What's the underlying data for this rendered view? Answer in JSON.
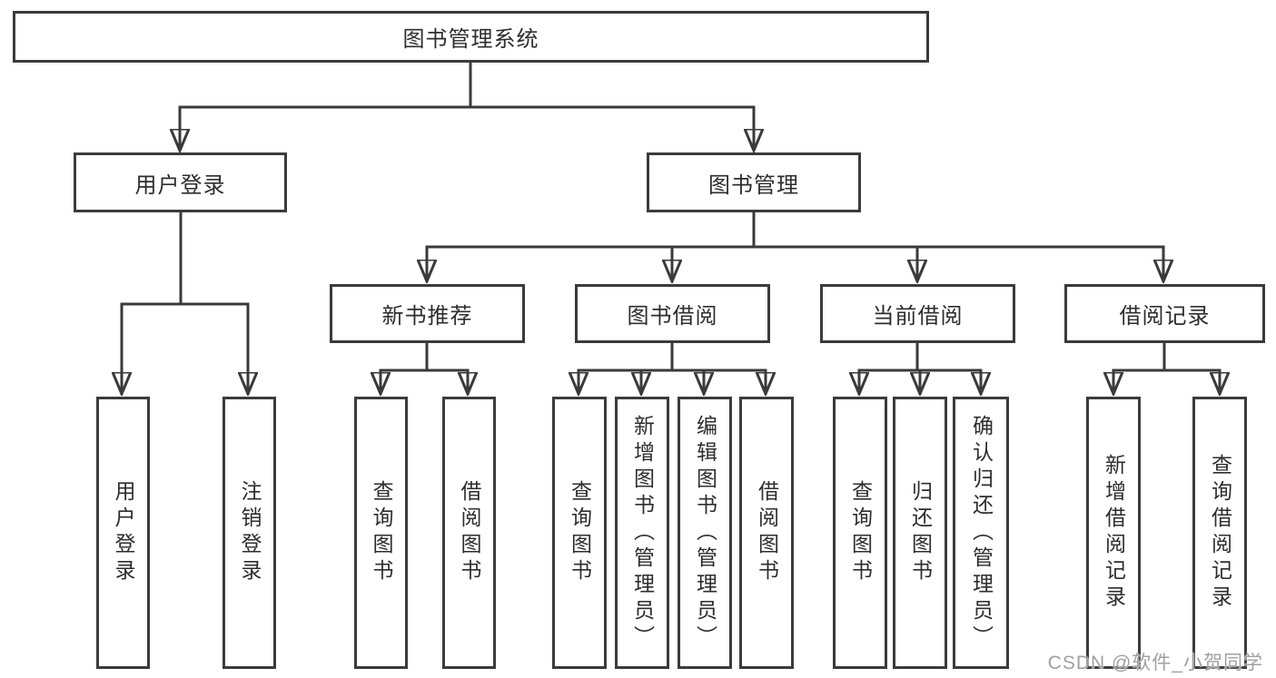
{
  "diagram": {
    "root": {
      "label": "图书管理系统"
    },
    "level2": [
      {
        "label": "用户登录"
      },
      {
        "label": "图书管理"
      }
    ],
    "level3": [
      {
        "label": "新书推荐",
        "parent": "图书管理"
      },
      {
        "label": "图书借阅",
        "parent": "图书管理"
      },
      {
        "label": "当前借阅",
        "parent": "图书管理"
      },
      {
        "label": "借阅记录",
        "parent": "图书管理"
      }
    ],
    "leaves": [
      {
        "label": "用户登录",
        "parent": "用户登录"
      },
      {
        "label": "注销登录",
        "parent": "用户登录"
      },
      {
        "label": "查询图书",
        "parent": "新书推荐"
      },
      {
        "label": "借阅图书",
        "parent": "新书推荐"
      },
      {
        "label": "查询图书",
        "parent": "图书借阅"
      },
      {
        "label": "新增图书（管理员）",
        "parent": "图书借阅"
      },
      {
        "label": "编辑图书（管理员）",
        "parent": "图书借阅"
      },
      {
        "label": "借阅图书",
        "parent": "图书借阅"
      },
      {
        "label": "查询图书",
        "parent": "当前借阅"
      },
      {
        "label": "归还图书",
        "parent": "当前借阅"
      },
      {
        "label": "确认归还（管理员）",
        "parent": "当前借阅"
      },
      {
        "label": "新增借阅记录",
        "parent": "借阅记录"
      },
      {
        "label": "查询借阅记录",
        "parent": "借阅记录"
      }
    ]
  },
  "watermark": {
    "text": "CSDN @软件_小贺同学"
  },
  "colors": {
    "line": "#3a3a3a",
    "border": "#3b3b3b",
    "text": "#2d2d2d",
    "watermark": "#a0a0a0",
    "background": "#ffffff"
  }
}
